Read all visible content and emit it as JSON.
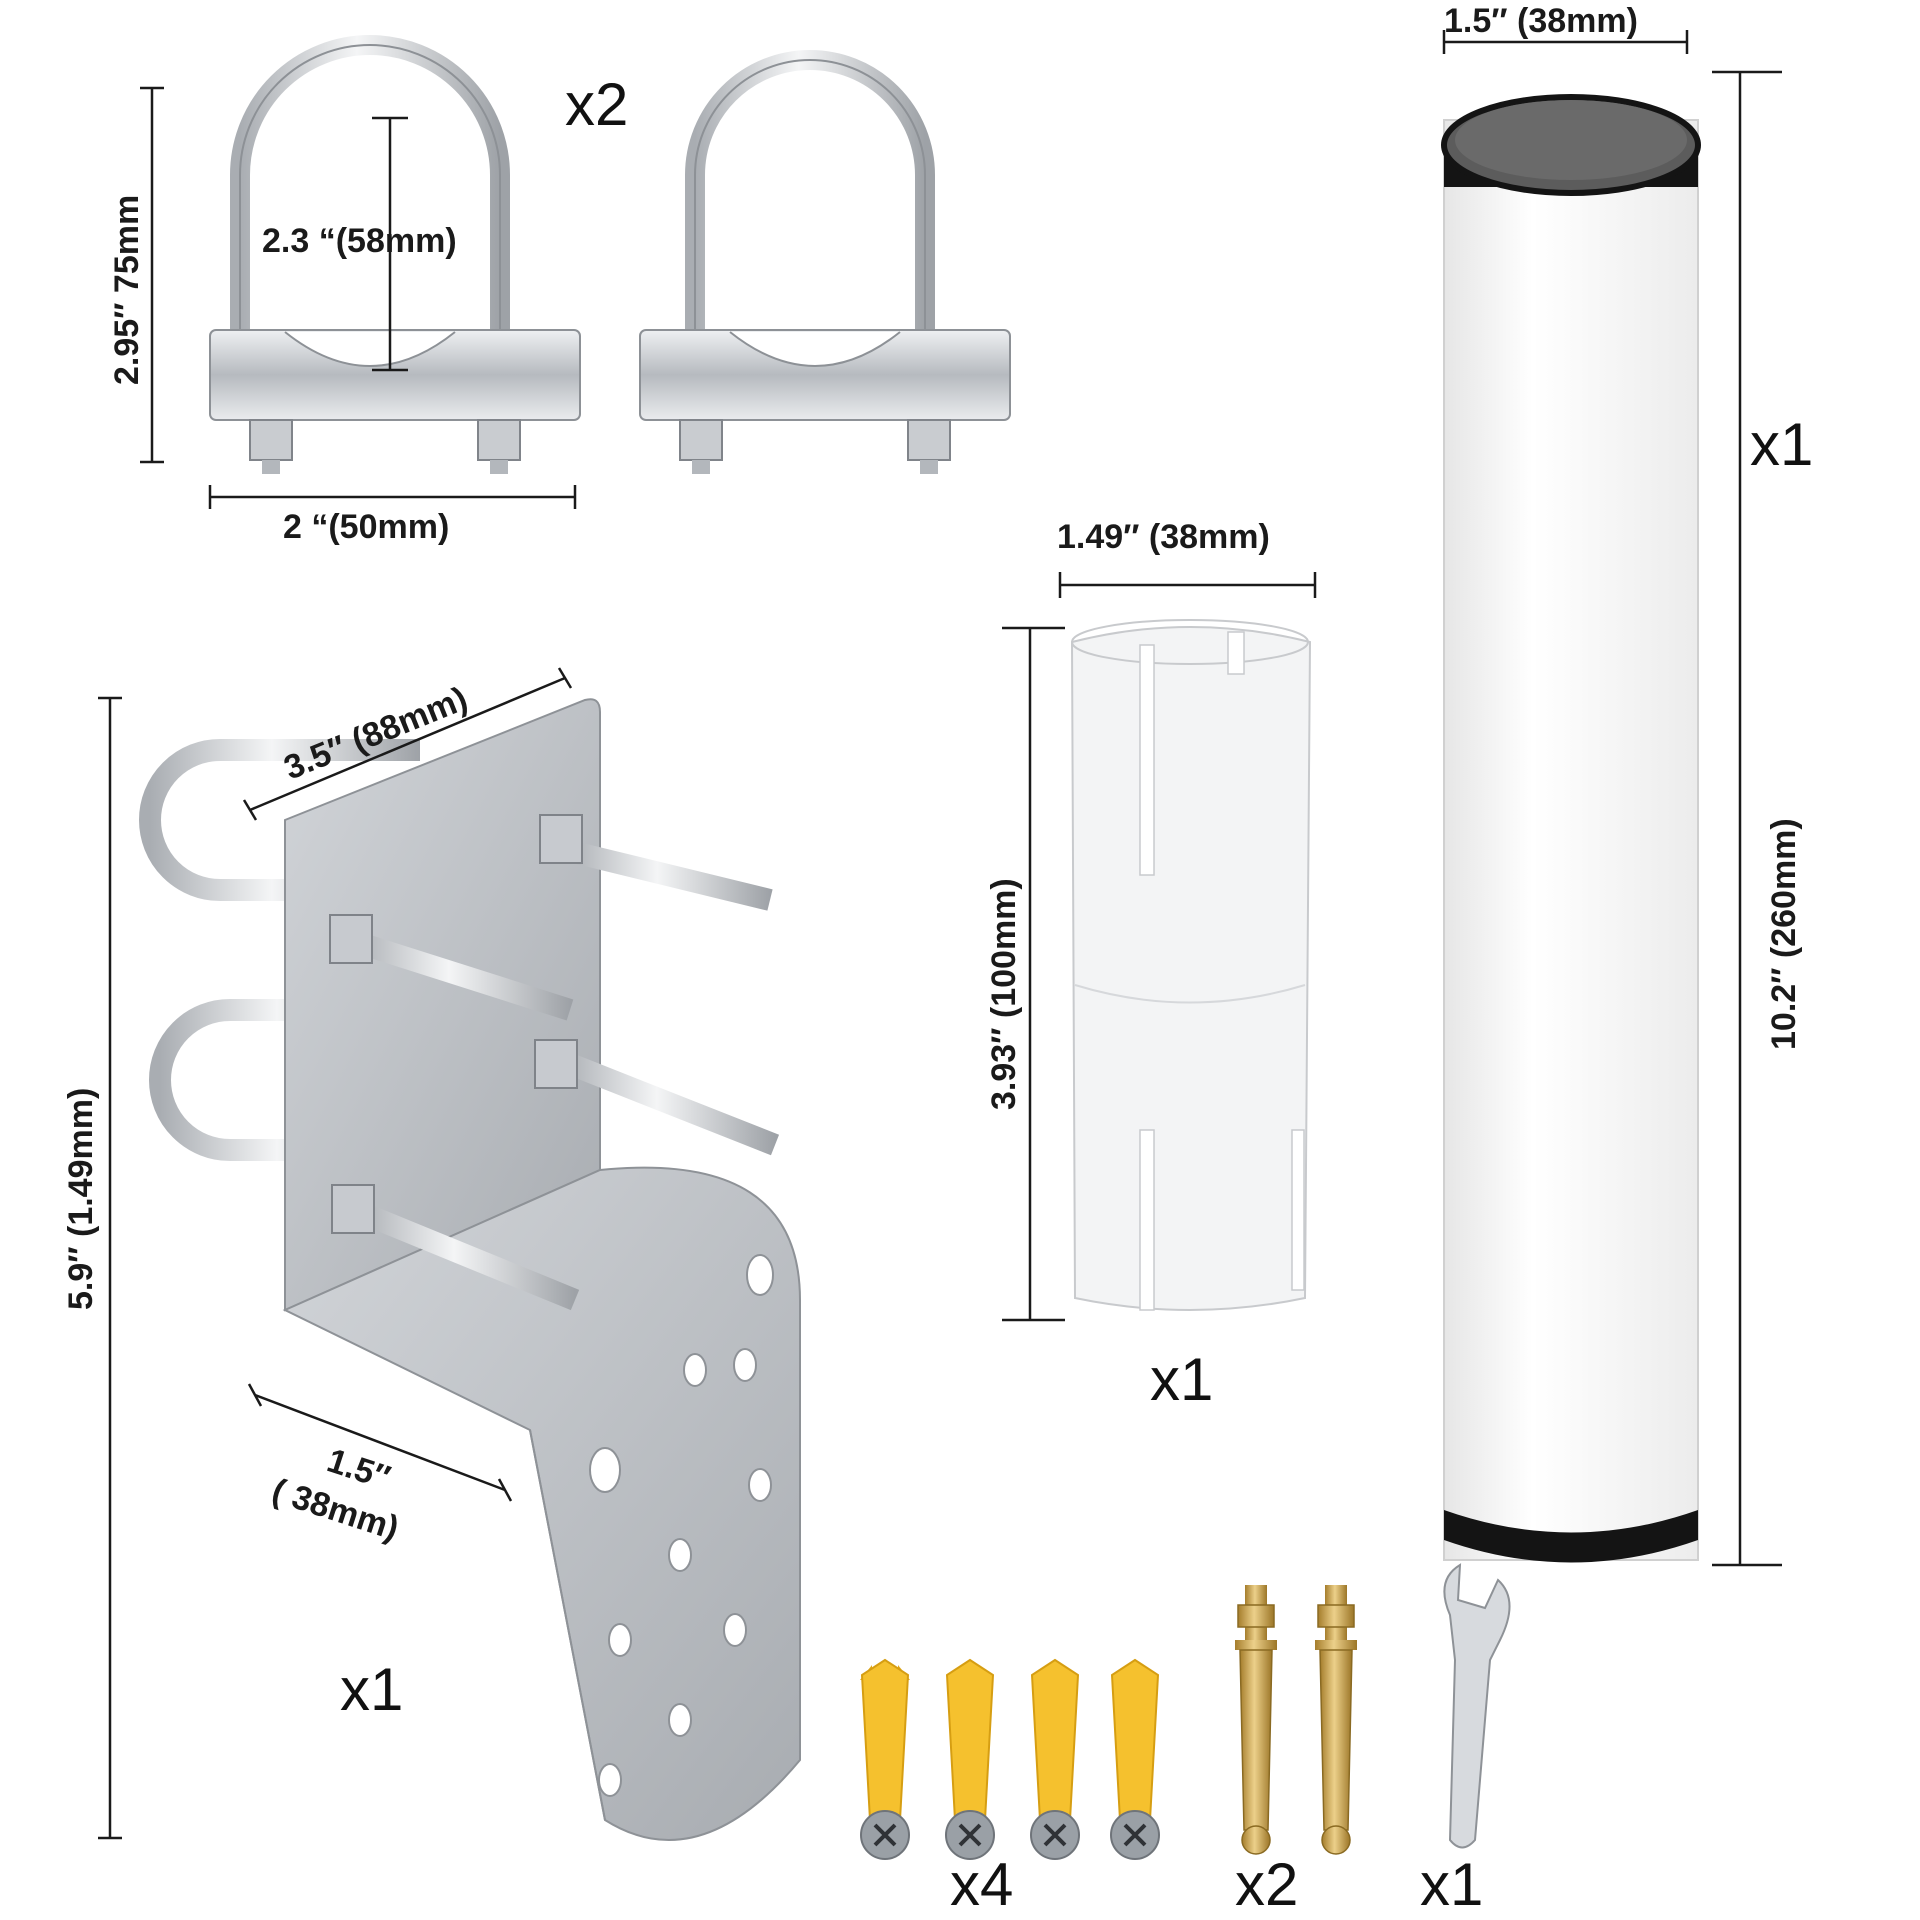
{
  "labels": {
    "ubolt_height": "2.95″ 75mm",
    "ubolt_inner": "2.3 “(58mm)",
    "ubolt_width": "2 “(50mm)",
    "ubolt_qty": "x2",
    "pole_width": "1.5″ (38mm)",
    "pole_height": "10.2″ (260mm)",
    "pole_qty": "x1",
    "sleeve_width": "1.49″ (38mm)",
    "sleeve_height": "3.93″ (100mm)",
    "sleeve_qty": "x1",
    "bracket_top": "3.5″ (88mm)",
    "bracket_height": "5.9″ (1.49mm)",
    "bracket_base_line1": "1.5″",
    "bracket_base_line2": "( 38mm)",
    "bracket_qty": "x1",
    "anchor_qty": "x4",
    "expansion_qty": "x2",
    "wrench_qty": "x1"
  },
  "colors": {
    "steel": "#c4c7cb",
    "steel_dark": "#8e9297",
    "pole_white": "#f7f7f7",
    "cap_black": "#141414",
    "plug_yellow": "#f5c12e",
    "brass": "#c9a04a"
  },
  "icons": [
    "u-bolt-clamp-icon",
    "mounting-bracket-icon",
    "pole-icon",
    "sleeve-icon",
    "wall-plug-icon",
    "expansion-bolt-icon",
    "wrench-icon"
  ]
}
